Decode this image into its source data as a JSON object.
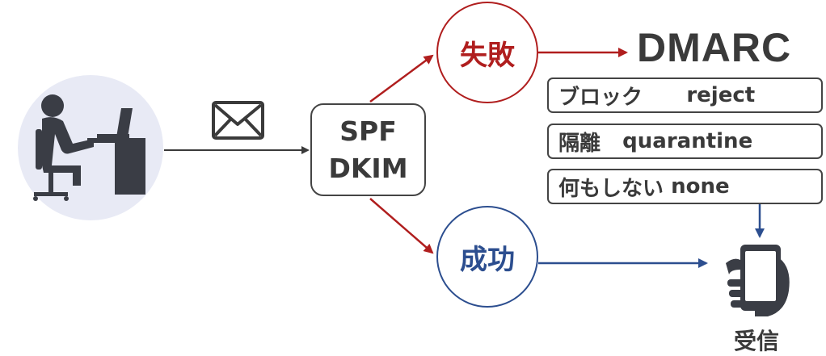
{
  "auth_box": {
    "line1": "SPF",
    "line2": "DKIM"
  },
  "fail_label": "失敗",
  "success_label": "成功",
  "dmarc_title": "DMARC",
  "policies": [
    {
      "jp": "ブロック",
      "en": "reject"
    },
    {
      "jp": "隔離",
      "en": "quarantine"
    },
    {
      "jp": "何もしない",
      "en": "none"
    }
  ],
  "receive_label": "受信",
  "icons": [
    "user-at-computer-icon",
    "envelope-icon",
    "hand-smartphone-icon"
  ],
  "colors": {
    "fail": "#b01e1e",
    "success": "#2c4e8f",
    "neutral": "#3a3a3a",
    "user_bg": "#e8eaf5"
  }
}
